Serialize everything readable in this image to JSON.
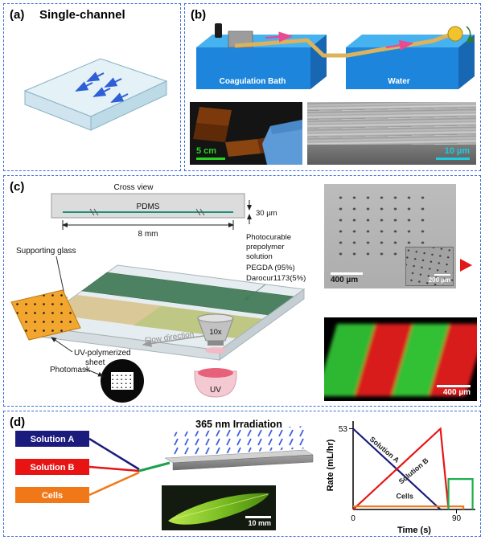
{
  "panel_a": {
    "label": "(a)",
    "title": "Single-channel"
  },
  "panel_b": {
    "label": "(b)",
    "bath_label": "Coagulation Bath",
    "water_label": "Water",
    "photo_scale": "5 cm",
    "sem_scale": "10 µm"
  },
  "panel_c": {
    "label": "(c)",
    "cross_view": "Cross view",
    "pdms": "PDMS",
    "thickness": "30 µm",
    "width": "8 mm",
    "supporting_glass": "Supporting glass",
    "prepolymer": [
      "Photocurable",
      "prepolymer",
      "solution",
      "PEGDA (95%)",
      "Darocur1173(5%)"
    ],
    "flow_direction": "Flow direction",
    "uv_sheet": [
      "UV-polymerized",
      "sheet"
    ],
    "photomask": "Photomask",
    "objective": "10x",
    "uv_lamp": "UV",
    "sem_scale": "400 µm",
    "sem_inset_scale": "200 µm",
    "fluor_scale": "400 µm"
  },
  "panel_d": {
    "label": "(d)",
    "inputs": [
      {
        "label": "Solution A",
        "color": "#1b1b7e"
      },
      {
        "label": "Solution B",
        "color": "#e81414"
      },
      {
        "label": "Cells",
        "color": "#f07818"
      }
    ],
    "irradiation": "365 nm Irradiation",
    "photo_scale": "10 mm"
  },
  "chart_data": {
    "type": "line",
    "title": "",
    "xlabel": "Time (s)",
    "ylabel": "Rate (mL/hr)",
    "xlim": [
      0,
      105
    ],
    "ylim": [
      0,
      58
    ],
    "x_ticks": [
      0,
      90
    ],
    "y_ref": 53,
    "grid": false,
    "series": [
      {
        "name": "Solution A",
        "color": "#1b1b7e",
        "points": [
          [
            0,
            53
          ],
          [
            76,
            0
          ]
        ],
        "label_at": [
          26,
          38
        ],
        "label_angle": 40
      },
      {
        "name": "Solution B",
        "color": "#e81414",
        "points": [
          [
            0,
            0
          ],
          [
            76,
            53
          ],
          [
            83,
            0
          ]
        ],
        "label_at": [
          54,
          24
        ],
        "label_angle": -40
      },
      {
        "name": "Cells",
        "color": "#f07818",
        "points": [
          [
            0,
            2
          ],
          [
            96,
            2
          ],
          [
            96,
            0
          ]
        ],
        "label_at": [
          45,
          7
        ],
        "label_angle": 0
      },
      {
        "name": "unlabeled-green",
        "color": "#1fae4e",
        "points": [
          [
            83,
            0
          ],
          [
            83,
            20
          ],
          [
            104,
            20
          ],
          [
            104,
            0
          ]
        ]
      }
    ]
  }
}
